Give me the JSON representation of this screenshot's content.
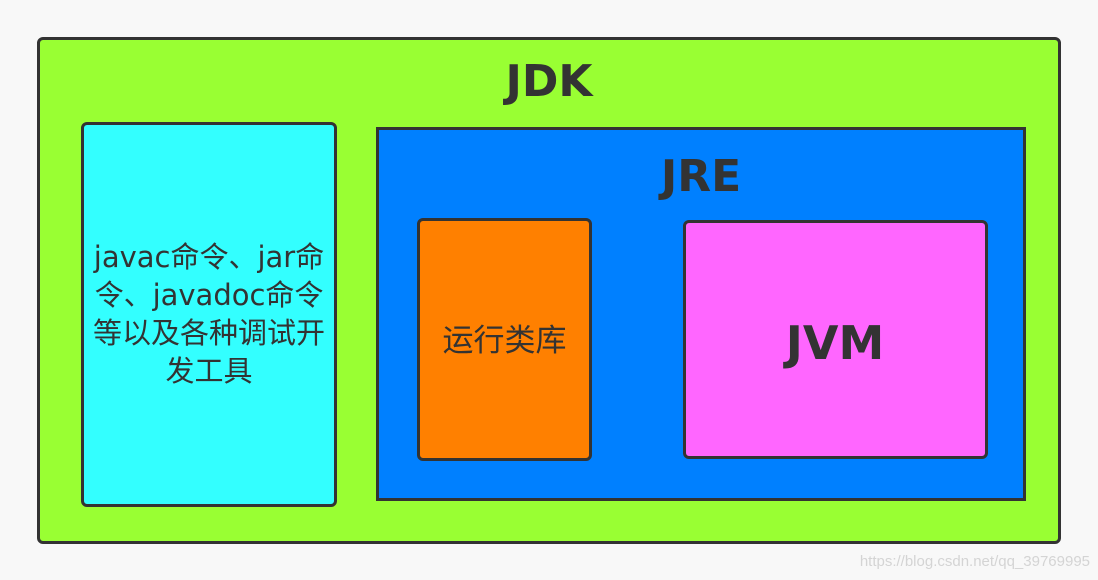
{
  "diagram": {
    "jdk": {
      "label": "JDK",
      "color": "#99ff33"
    },
    "tools": {
      "label": "javac命令、jar命令、javadoc命令等以及各种调试开发工具",
      "color": "#33ffff"
    },
    "jre": {
      "label": "JRE",
      "color": "#0080ff"
    },
    "library": {
      "label": "运行类库",
      "color": "#ff8000"
    },
    "jvm": {
      "label": "JVM",
      "color": "#ff66ff"
    }
  },
  "watermark": "https://blog.csdn.net/qq_39769995"
}
